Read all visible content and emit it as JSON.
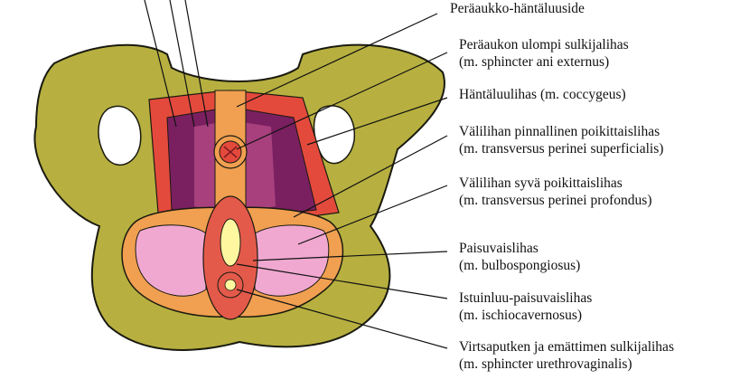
{
  "labels": [
    {
      "line1": "Peräaukko-häntäluuside",
      "line2": ""
    },
    {
      "line1": "Peräaukon ulompi sulkijalihas",
      "line2": "(m. sphincter ani externus)"
    },
    {
      "line1": "Häntäluulihas (m. coccygeus)",
      "line2": ""
    },
    {
      "line1": "Välilihan pinnallinen poikittaislihas",
      "line2": "(m. transversus perinei superficialis)"
    },
    {
      "line1": "Välilihan syvä poikittaislihas",
      "line2": "(m. transversus perinei profondus)"
    },
    {
      "line1": "Paisuvaislihas",
      "line2": "(m. bulbospongiosus)"
    },
    {
      "line1": "Istuinluu-paisuvaislihas",
      "line2": "(m. ischiocavernosus)"
    },
    {
      "line1": "Virtsaputken ja emättimen sulkijalihas",
      "line2": "(m. sphincter urethrovaginalis)"
    }
  ],
  "colors": {
    "bone": "#b7b040",
    "bone_outline": "#1a1a10",
    "outer_muscle": "#e44a3c",
    "levator": "#7a2060",
    "levator_light": "#a8407e",
    "perineal_body": "#f0a050",
    "pink_muscle": "#f0a8d0",
    "vaginal_opening": "#fff7a0"
  }
}
